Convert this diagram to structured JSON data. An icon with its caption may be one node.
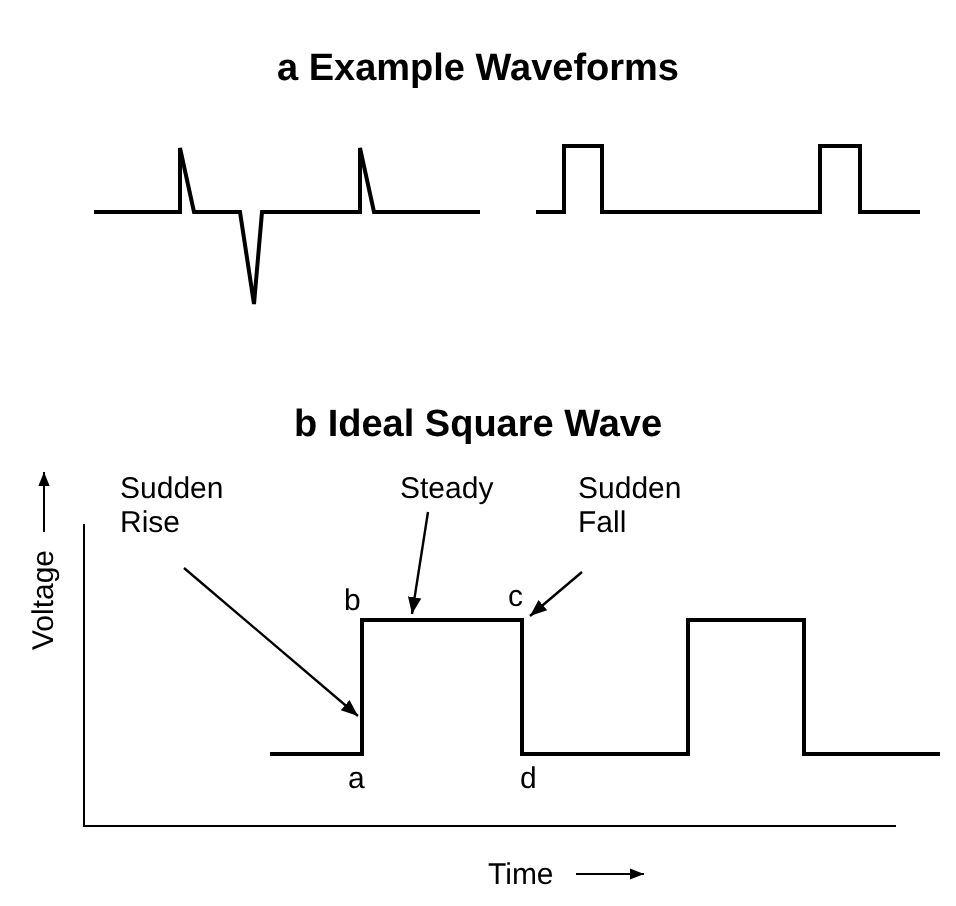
{
  "diagram": {
    "nodes": [
      {
        "text": [
          "Sudden Rise"
        ]
      },
      {
        "text": [
          "Steady"
        ]
      },
      {
        "text": [
          "Sudden Fall"
        ]
      },
      {
        "text": [],
        "shape": "picture"
      }
    ],
    "edges": [
      {
        "from": 0,
        "to": 3,
        "arrow": "to"
      },
      {
        "from": 1,
        "to": 3,
        "arrow": "to"
      },
      {
        "from": 2,
        "to": 3,
        "arrow": "to"
      }
    ],
    "labels": [
      "a Example Waveforms",
      "b Ideal Square Wave",
      "Voltage",
      "b",
      "c",
      "a",
      "d",
      "Time"
    ]
  }
}
